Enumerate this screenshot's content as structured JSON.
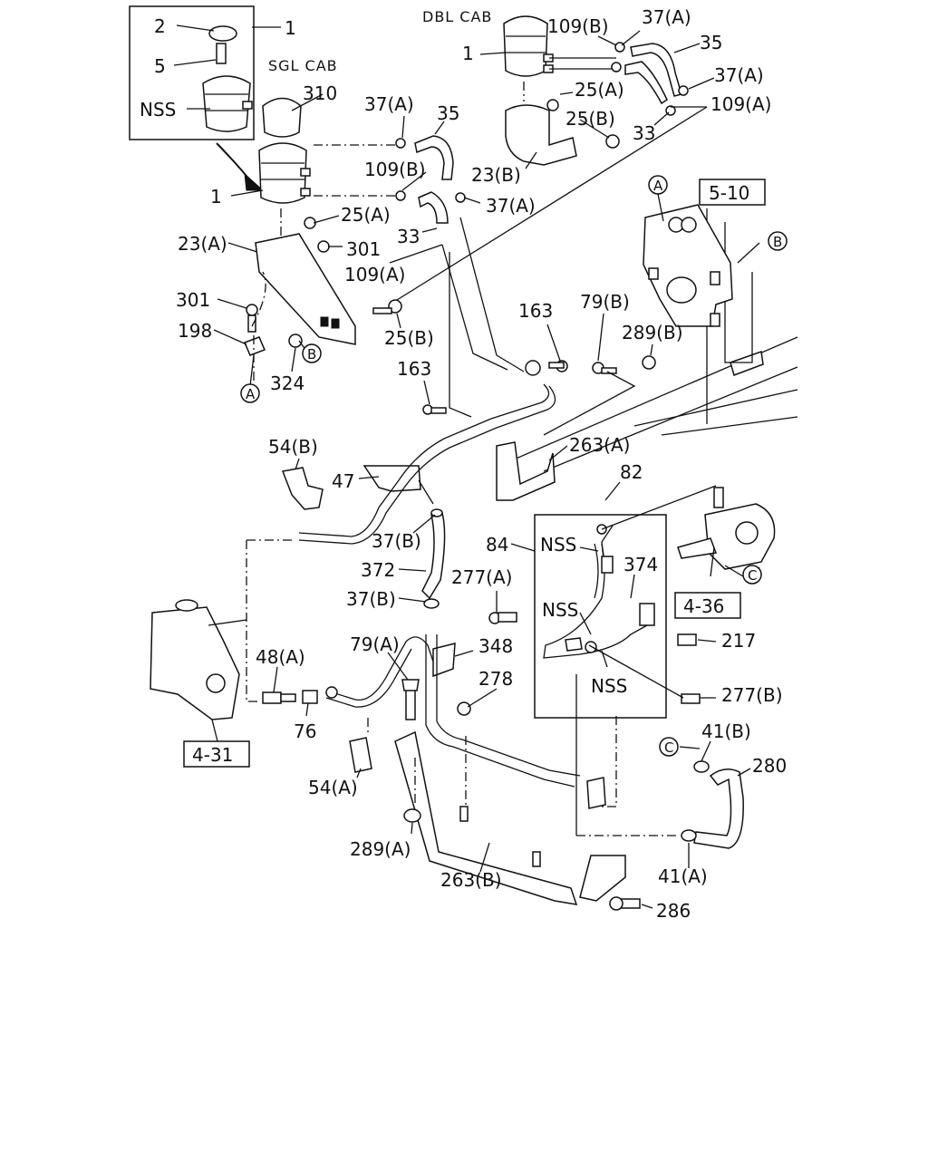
{
  "labels": {
    "cap": "2",
    "reservoir_1a": "1",
    "bolt_5": "5",
    "nss_res": "NSS",
    "sgl_cab": "SGL CAB",
    "cap_310": "310",
    "dbl_cab": "DBL CAB",
    "res_dbl_1": "1",
    "p109b_top": "109(B)",
    "p37a_top": "37(A)",
    "p35_top": "35",
    "p37a_right": "37(A)",
    "p25a_top": "25(A)",
    "p109a_top": "109(A)",
    "p25b_top": "25(B)",
    "p33_top": "33",
    "p23b": "23(B)",
    "p37a_mid": "37(A)",
    "p35_mid": "35",
    "p109b_mid": "109(B)",
    "res_sgl_1": "1",
    "p37a_mid2": "37(A)",
    "p25a_mid": "25(A)",
    "p23a": "23(A)",
    "p33_mid": "33",
    "p301_a": "301",
    "p109a_mid": "109(A)",
    "p301_b": "301",
    "p198": "198",
    "p25b_mid": "25(B)",
    "p324": "324",
    "p163_a": "163",
    "p79b": "79(B)",
    "p289b": "289(B)",
    "p163_b": "163",
    "ref_5_10": "5-10",
    "p263a": "263(A)",
    "p54b": "54(B)",
    "p47": "47",
    "p82": "82",
    "p84": "84",
    "nss_a": "NSS",
    "p374": "374",
    "p37b_a": "37(B)",
    "p372": "372",
    "p277a": "277(A)",
    "p37b_b": "37(B)",
    "nss_b": "NSS",
    "ref_4_36": "4-36",
    "p79a": "79(A)",
    "p348": "348",
    "p217": "217",
    "p48a": "48(A)",
    "p278": "278",
    "nss_c": "NSS",
    "p277b": "277(B)",
    "p76": "76",
    "ref_4_31": "4-31",
    "p41b": "41(B)",
    "p280": "280",
    "p54a": "54(A)",
    "p289a": "289(A)",
    "p263b": "263(B)",
    "p41a": "41(A)",
    "p286": "286"
  },
  "connectors": {
    "a": "A",
    "b": "B",
    "c": "C"
  }
}
